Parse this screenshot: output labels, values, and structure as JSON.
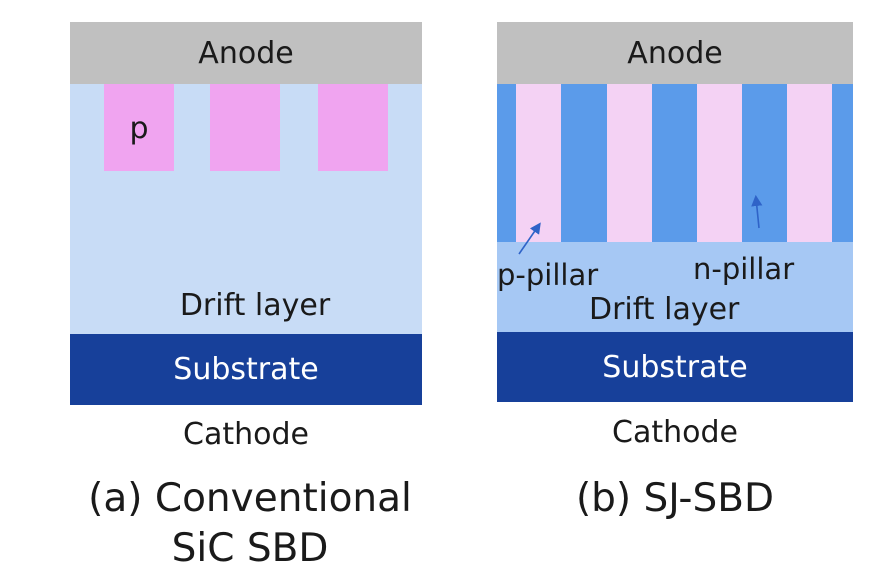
{
  "diagram_a": {
    "anode": "Anode",
    "p_label": "p",
    "drift_layer": "Drift layer",
    "substrate": "Substrate",
    "cathode": "Cathode",
    "caption_line1": "(a) Conventional",
    "caption_line2": "SiC SBD"
  },
  "diagram_b": {
    "anode": "Anode",
    "p_pillar": "p-pillar",
    "n_pillar": "n-pillar",
    "drift_layer": "Drift layer",
    "substrate": "Substrate",
    "cathode": "Cathode",
    "caption": "(b) SJ-SBD"
  },
  "colors": {
    "anode_gray": "#c0c0c0",
    "drift_light_blue": "#c8dcf6",
    "p_region_pink": "#f0a4f0",
    "n_pillar_blue": "#5b9bea",
    "p_pillar_pink": "#f4d2f4",
    "sj_drift_blue": "#a6c8f4",
    "substrate_navy": "#17409a",
    "arrow_blue": "#2f63c8"
  }
}
